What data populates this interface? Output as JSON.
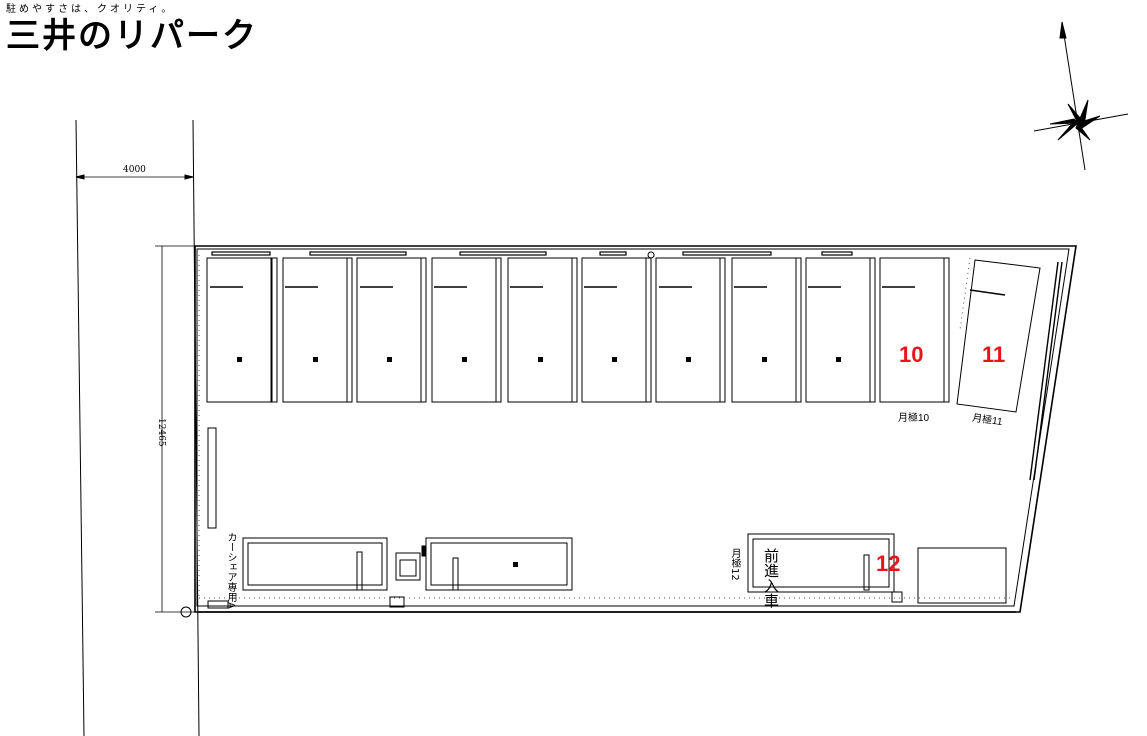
{
  "logo": {
    "tagline": "駐めやすさは、クオリティ。",
    "brand": "三井のリパーク"
  },
  "dimensions": {
    "width_label": "4000",
    "depth_label": "12465"
  },
  "stalls": {
    "number_10": "10",
    "number_11": "11",
    "number_12": "12",
    "label_10": "月極10",
    "label_11": "月極11",
    "label_12": "月極12",
    "forward_entry": "前進入車",
    "car_share": "カーシェア専用A"
  }
}
